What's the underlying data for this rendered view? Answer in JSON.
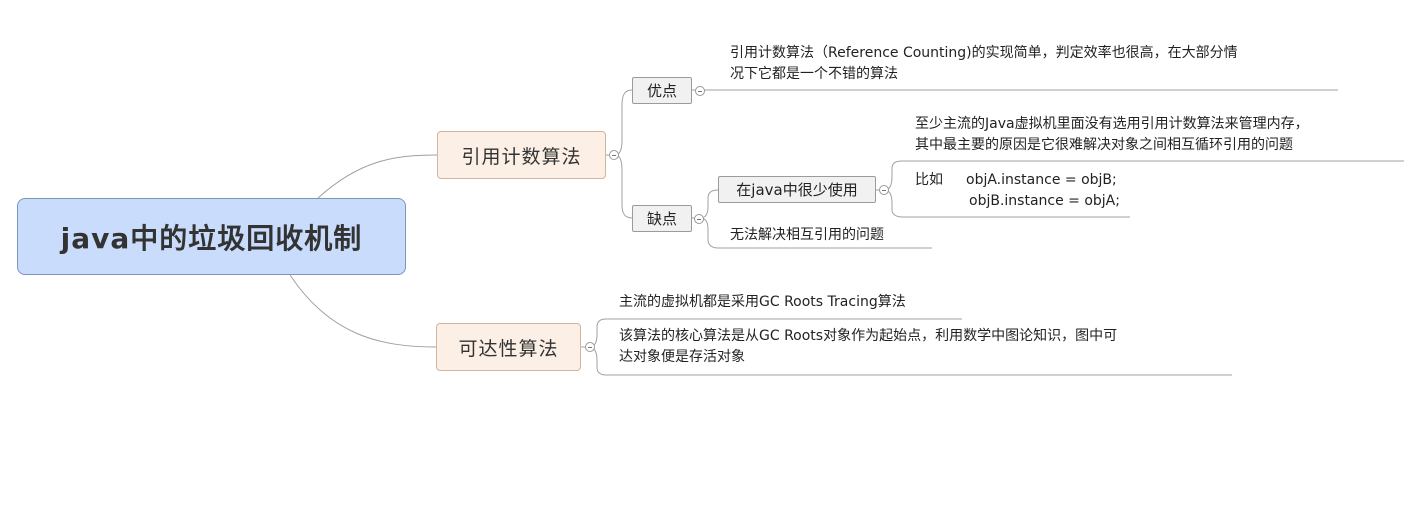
{
  "root": {
    "label": "java中的垃圾回收机制"
  },
  "branches": [
    {
      "label": "引用计数算法",
      "children": [
        {
          "label": "优点",
          "notes": [
            "引用计数算法（Reference Counting)的实现简单，判定效率也很高，在大部分情",
            "况下它都是一个不错的算法"
          ]
        },
        {
          "label": "缺点",
          "children": [
            {
              "label": "在java中很少使用",
              "notes": [
                "至少主流的Java虚拟机里面没有选用引用计数算法来管理内存，",
                "其中最主要的原因是它很难解决对象之间相互循环引用的问题"
              ],
              "example": {
                "label": "比如",
                "lines": [
                  "objA.instance = objB;",
                  "objB.instance = objA;"
                ]
              }
            }
          ],
          "notes": [
            "无法解决相互引用的问题"
          ]
        }
      ]
    },
    {
      "label": "可达性算法",
      "notes": [
        "主流的虚拟机都是采用GC Roots Tracing算法",
        "该算法的核心算法是从GC Roots对象作为起始点，利用数学中图论知识，图中可",
        "达对象便是存活对象"
      ]
    }
  ],
  "colors": {
    "root_fill": "#c9dcfb",
    "main_fill": "#fcf0e6",
    "sub_fill": "#f1f1f1",
    "connector": "#9a9a9a"
  }
}
